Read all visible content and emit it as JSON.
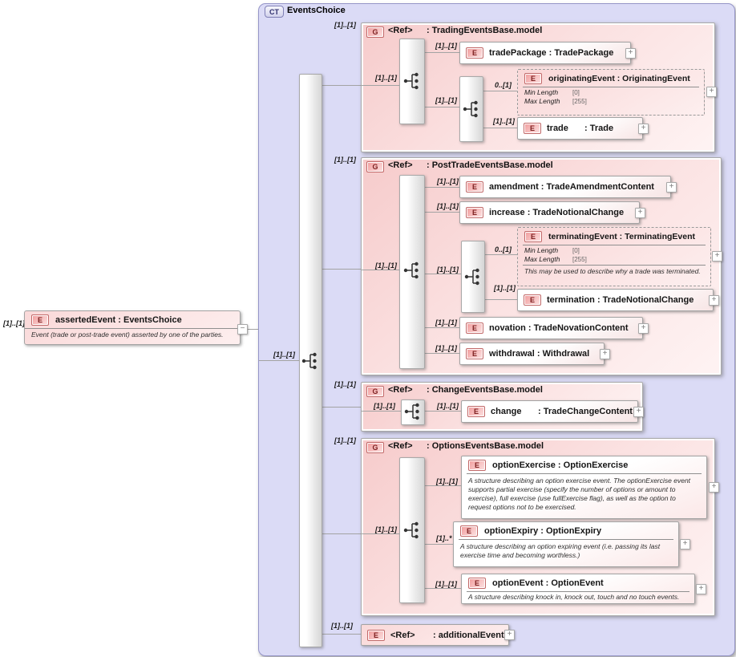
{
  "icons": {
    "plus": "+",
    "minus": "−"
  },
  "root": {
    "cardinality": "[1]..[1]",
    "badge": "E",
    "title": "assertedEvent : EventsChoice",
    "annotation": "Event (trade or post-trade event) asserted by one of the parties."
  },
  "panel": {
    "badge": "CT",
    "title": "EventsChoice",
    "choice_cardinality": "[1]..[1]",
    "groups": [
      {
        "cardinality": "[1]..[1]",
        "badge": "G",
        "ref": "<Ref>",
        "type": ": TradingEventsBase.model",
        "seq_cardinality": "[1]..[1]",
        "inner_seq_cardinality": "[1]..[1]",
        "items": {
          "tradePackage": {
            "cardinality": "[1]..[1]",
            "badge": "E",
            "label": "tradePackage : TradePackage"
          },
          "originatingEvent": {
            "cardinality": "0..[1]",
            "badge": "E",
            "label": "originatingEvent : OriginatingEvent",
            "facets": [
              {
                "name": "Min Length",
                "value": "[0]"
              },
              {
                "name": "Max Length",
                "value": "[255]"
              }
            ]
          },
          "trade": {
            "cardinality": "[1]..[1]",
            "badge": "E",
            "name": "trade",
            "type": ": Trade"
          }
        }
      },
      {
        "cardinality": "[1]..[1]",
        "badge": "G",
        "ref": "<Ref>",
        "type": ": PostTradeEventsBase.model",
        "seq_cardinality": "[1]..[1]",
        "inner_seq_cardinality": "[1]..[1]",
        "items": {
          "amendment": {
            "cardinality": "[1]..[1]",
            "badge": "E",
            "label": "amendment : TradeAmendmentContent"
          },
          "increase": {
            "cardinality": "[1]..[1]",
            "badge": "E",
            "label": "increase : TradeNotionalChange"
          },
          "terminatingEvent": {
            "cardinality": "0..[1]",
            "badge": "E",
            "label": "terminatingEvent : TerminatingEvent",
            "facets": [
              {
                "name": "Min Length",
                "value": "[0]"
              },
              {
                "name": "Max Length",
                "value": "[255]"
              }
            ],
            "annotation": "This may be used to describe why a trade was terminated."
          },
          "termination": {
            "cardinality": "[1]..[1]",
            "badge": "E",
            "label": "termination : TradeNotionalChange"
          },
          "novation": {
            "cardinality": "[1]..[1]",
            "badge": "E",
            "label": "novation : TradeNovationContent"
          },
          "withdrawal": {
            "cardinality": "[1]..[1]",
            "badge": "E",
            "label": "withdrawal : Withdrawal"
          }
        }
      },
      {
        "cardinality": "[1]..[1]",
        "badge": "G",
        "ref": "<Ref>",
        "type": ": ChangeEventsBase.model",
        "seq_cardinality": "[1]..[1]",
        "items": {
          "change": {
            "cardinality": "[1]..[1]",
            "badge": "E",
            "name": "change",
            "type": ": TradeChangeContent"
          }
        }
      },
      {
        "cardinality": "[1]..[1]",
        "badge": "G",
        "ref": "<Ref>",
        "type": ": OptionsEventsBase.model",
        "seq_cardinality": "[1]..[1]",
        "items": {
          "optionExercise": {
            "cardinality": "[1]..[1]",
            "badge": "E",
            "label": "optionExercise : OptionExercise",
            "annotation": "A structure describing an option exercise event. The optionExercise event supports partial exercise (specify the number of options or amount to exercise), full exercise (use fullExercise flag), as well as the option to request options not to be exercised."
          },
          "optionExpiry": {
            "cardinality": "[1]..*",
            "badge": "E",
            "label": "optionExpiry : OptionExpiry",
            "annotation": "A structure describing an option expiring event (i.e. passing its last exercise time and becoming worthless.)"
          },
          "optionEvent": {
            "cardinality": "[1]..[1]",
            "badge": "E",
            "label": "optionEvent : OptionEvent",
            "annotation": "A structure describing knock in, knock out, touch and no touch events."
          }
        }
      }
    ],
    "additionalEvent": {
      "cardinality": "[1]..[1]",
      "badge": "E",
      "ref": "<Ref>",
      "type": ": additionalEvent"
    }
  }
}
